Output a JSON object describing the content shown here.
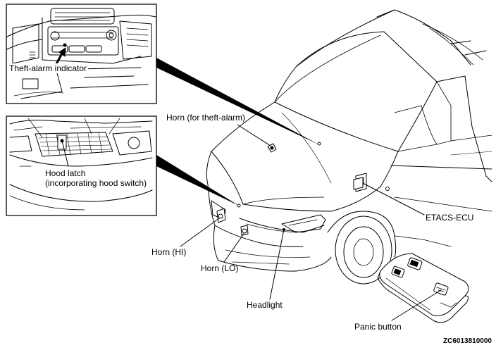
{
  "labels": {
    "theft_alarm_indicator": "Theft-alarm indicator",
    "horn_theft_alarm": "Horn (for theft-alarm)",
    "hood_latch": [
      "Hood latch",
      "(incorporating hood switch)"
    ],
    "etacs_ecu": "ETACS-ECU",
    "horn_hi": "Horn (HI)",
    "horn_lo": "Horn (LO)",
    "headlight": "Headlight",
    "panic_button": "Panic button"
  },
  "figure_code": "ZC6013810000",
  "colors": {
    "line": "#000000",
    "background": "#ffffff"
  }
}
